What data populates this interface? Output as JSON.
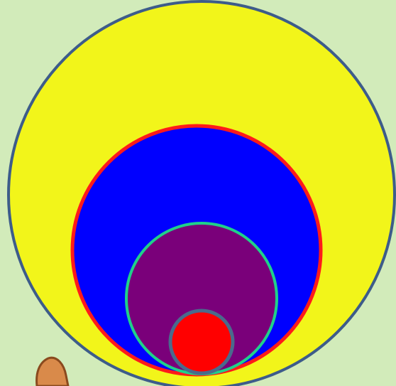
{
  "colors": {
    "background": "#d2ebba",
    "outer_circle_fill": "#f2f51a",
    "outer_circle_stroke": "#3d5c8a",
    "second_circle_fill": "#0000ff",
    "second_circle_stroke": "#ff1a1a",
    "third_circle_fill": "#7a007a",
    "third_circle_stroke": "#1fd18a",
    "inner_circle_fill": "#ff0000",
    "inner_circle_stroke": "#4a6a8c",
    "corner_shape_fill": "#d98a4a",
    "corner_shape_stroke": "#8a4a1e"
  },
  "circles": [
    {
      "name": "outer-circle",
      "fill_key": "outer_circle_fill",
      "stroke_key": "outer_circle_stroke"
    },
    {
      "name": "second-circle",
      "fill_key": "second_circle_fill",
      "stroke_key": "second_circle_stroke"
    },
    {
      "name": "third-circle",
      "fill_key": "third_circle_fill",
      "stroke_key": "third_circle_stroke"
    },
    {
      "name": "inner-circle",
      "fill_key": "inner_circle_fill",
      "stroke_key": "inner_circle_stroke"
    }
  ]
}
